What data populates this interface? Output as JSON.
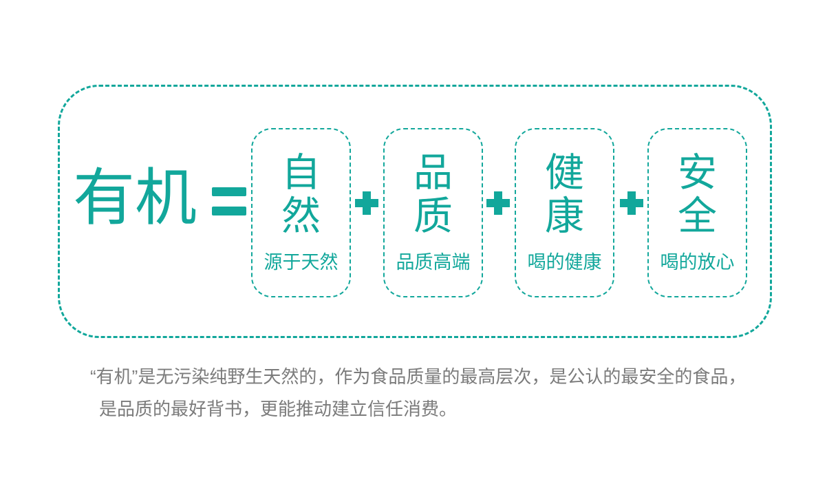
{
  "colors": {
    "teal_accent": "#12a79b",
    "footnote_gray": "#7b7b7b",
    "background": "#ffffff"
  },
  "equation": {
    "lhs": "有机",
    "equals_symbol": "=",
    "plus_symbol": "+",
    "terms": [
      {
        "word": "自然",
        "caption": "源于天然"
      },
      {
        "word": "品质",
        "caption": "品质高端"
      },
      {
        "word": "健康",
        "caption": "喝的健康"
      },
      {
        "word": "安全",
        "caption": "喝的放心"
      }
    ]
  },
  "footnote": {
    "line1": "“有机”是无污染纯野生天然的，作为食品质量的最高层次，是公认的最安全的食品，",
    "line2": "是品质的最好背书，更能推动建立信任消费。"
  }
}
